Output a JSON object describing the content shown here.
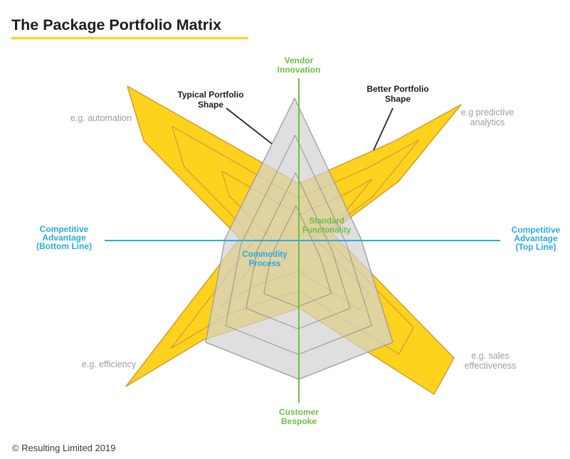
{
  "title": "The Package Portfolio Matrix",
  "footer": "© Resulting Limited 2019",
  "diagram": {
    "axis_labels": {
      "top": [
        "Vendor",
        "Innovation"
      ],
      "bottom": [
        "Customer",
        "Bespoke"
      ],
      "left": [
        "Competitive",
        "Advantage",
        "(Bottom Line)"
      ],
      "right": [
        "Competitive",
        "Advantage",
        "(Top Line)"
      ]
    },
    "zone_labels": {
      "standard": [
        "Standard",
        "Functonality"
      ],
      "commodity": [
        "Commodity",
        "Process"
      ]
    },
    "example_labels": {
      "top_left": [
        "e.g. automation"
      ],
      "top_right": [
        "e.g predictive",
        "analytics"
      ],
      "bottom_left": [
        "e.g. efficiency"
      ],
      "bottom_right": [
        "e.g. sales",
        "effectiveness"
      ]
    },
    "shape_labels": {
      "typical": [
        "Typical Portfolio",
        "Shape"
      ],
      "better": [
        "Better Portfolio",
        "Shape"
      ]
    },
    "colors": {
      "yellow": "#FFD21E",
      "yellow_stroke": "#DC9A2B",
      "gray_fill": "#E2E2E2",
      "gray_stroke": "#9C9C9C",
      "green": "#6FBE44",
      "blue": "#29ABE2",
      "label_gray": "#9D9D9D",
      "ink": "#1D1D1B"
    }
  }
}
